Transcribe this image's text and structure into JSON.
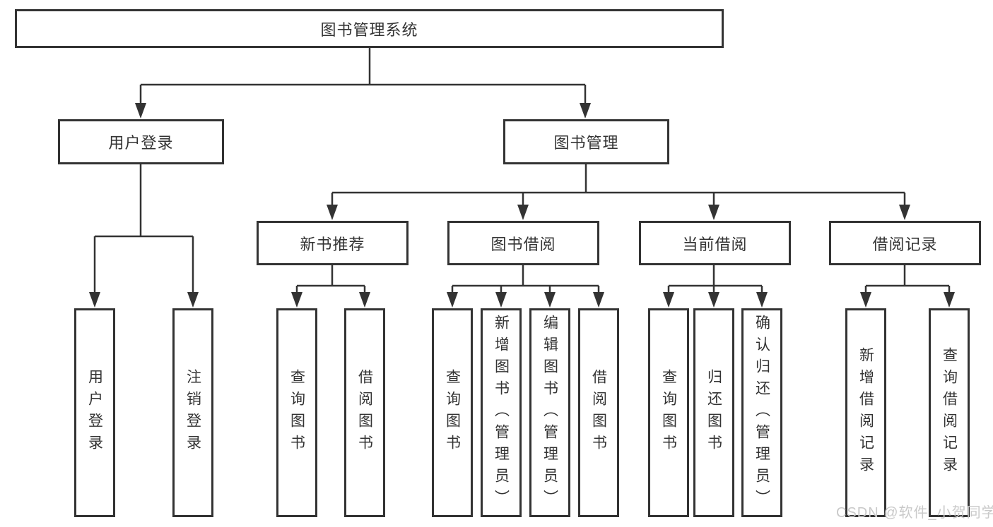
{
  "tree": {
    "root": "图书管理系统",
    "children": [
      {
        "label": "用户登录",
        "children": [
          {
            "label": "用户登录"
          },
          {
            "label": "注销登录"
          }
        ]
      },
      {
        "label": "图书管理",
        "children": [
          {
            "label": "新书推荐",
            "children": [
              {
                "label": "查询图书"
              },
              {
                "label": "借阅图书"
              }
            ]
          },
          {
            "label": "图书借阅",
            "children": [
              {
                "label": "查询图书"
              },
              {
                "label": "新增图书（管理员）"
              },
              {
                "label": "编辑图书（管理员）"
              },
              {
                "label": "借阅图书"
              }
            ]
          },
          {
            "label": "当前借阅",
            "children": [
              {
                "label": "查询图书"
              },
              {
                "label": "归还图书"
              },
              {
                "label": "确认归还（管理员）"
              }
            ]
          },
          {
            "label": "借阅记录",
            "children": [
              {
                "label": "新增借阅记录"
              },
              {
                "label": "查询借阅记录"
              }
            ]
          }
        ]
      }
    ]
  },
  "watermark": {
    "text": "CSDN @软件_小贺同学"
  },
  "colors": {
    "line": "#333333",
    "box_border": "#333333",
    "text": "#333333",
    "watermark": "#c9c9c9",
    "background": "#ffffff"
  }
}
